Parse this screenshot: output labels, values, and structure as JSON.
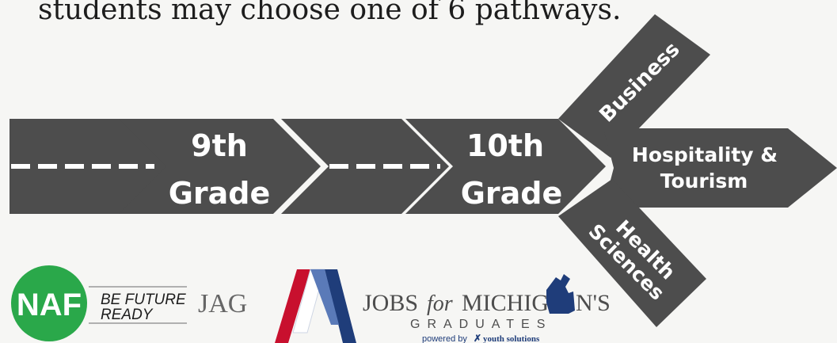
{
  "headline": "students may choose one of 6 pathways.",
  "road": {
    "segments": [
      {
        "line1": "9th",
        "line2": "Grade"
      },
      {
        "line1": "10th",
        "line2": "Grade"
      }
    ]
  },
  "pathways": [
    {
      "line1": "Business"
    },
    {
      "line1": "Hospitality &",
      "line2": "Tourism"
    },
    {
      "line1": "Health",
      "line2": "Sciences"
    }
  ],
  "logos": {
    "naf_mark": "NAF",
    "naf_tagline_1": "BE FUTURE",
    "naf_tagline_2": "READY",
    "jag": "JAG",
    "jmg_title_a": "JOBS",
    "jmg_title_b": "for",
    "jmg_title_c": "MICHIG",
    "jmg_title_d": "N'S",
    "jmg_subtitle": "GRADUATES",
    "jmg_powered": "powered by",
    "jmg_partner": "youth solutions"
  },
  "colors": {
    "arrow_fill": "#4d4d4d",
    "naf_green": "#2aa84a",
    "jag_gray": "#666666",
    "jmg_navy": "#1f3d7a",
    "jmg_red": "#c8102e"
  }
}
